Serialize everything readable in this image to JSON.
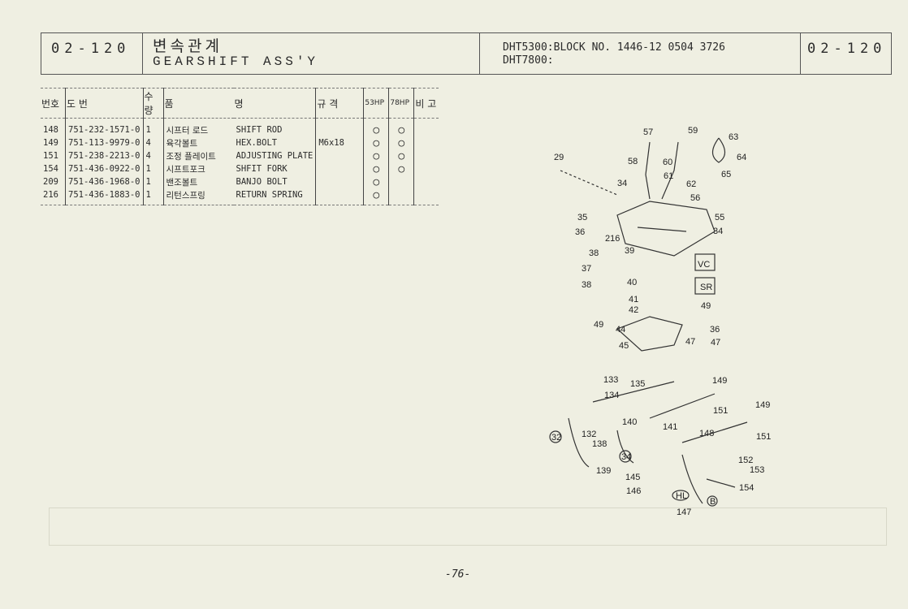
{
  "header": {
    "code_left": "02-120",
    "title_kr": "변속관계",
    "title_en": "GEARSHIFT ASS'Y",
    "model_line1": "DHT5300:BLOCK NO. 1446-12 0504 3726",
    "model_line2": "DHT7800:",
    "code_right": "02-120"
  },
  "table": {
    "headers": [
      "번호",
      "도 번",
      "수량",
      "품",
      "명",
      "규 격",
      "53HP",
      "78HP",
      "비 고"
    ],
    "rows": [
      {
        "no": "148",
        "part": "751-232-1571-0",
        "qty": "1",
        "kr": "시프터 로드",
        "en": "SHIFT ROD",
        "spec": "",
        "m53": "○",
        "m78": "○"
      },
      {
        "no": "149",
        "part": "751-113-9979-0",
        "qty": "4",
        "kr": "육각볼트",
        "en": "HEX.BOLT",
        "spec": "M6x18",
        "m53": "○",
        "m78": "○"
      },
      {
        "no": "151",
        "part": "751-238-2213-0",
        "qty": "4",
        "kr": "조정 플레이트",
        "en": "ADJUSTING PLATE",
        "spec": "",
        "m53": "○",
        "m78": "○"
      },
      {
        "no": "154",
        "part": "751-436-0922-0",
        "qty": "1",
        "kr": "시프트포크",
        "en": "SHFIT FORK",
        "spec": "",
        "m53": "○",
        "m78": "○"
      },
      {
        "no": "209",
        "part": "751-436-1968-0",
        "qty": "1",
        "kr": "밴조볼트",
        "en": "BANJO BOLT",
        "spec": "",
        "m53": "○",
        "m78": ""
      },
      {
        "no": "216",
        "part": "751-436-1883-0",
        "qty": "1",
        "kr": "리턴스프링",
        "en": "RETURN SPRING",
        "spec": "",
        "m53": "○",
        "m78": ""
      }
    ]
  },
  "diagram": {
    "callouts": [
      "29",
      "57",
      "59",
      "63",
      "58",
      "60",
      "64",
      "65",
      "61",
      "62",
      "34",
      "35",
      "36",
      "55",
      "34",
      "56",
      "216",
      "38",
      "39",
      "37",
      "38",
      "40",
      "VC",
      "SR",
      "41",
      "42",
      "49",
      "49",
      "44",
      "36",
      "47",
      "47",
      "45",
      "133",
      "135",
      "149",
      "134",
      "151",
      "149",
      "140",
      "141",
      "148",
      "151",
      "132",
      "138",
      "152",
      "139",
      "153",
      "145",
      "146",
      "154",
      "147",
      "32",
      "34",
      "HL",
      "B"
    ]
  },
  "page_number": "-76-"
}
